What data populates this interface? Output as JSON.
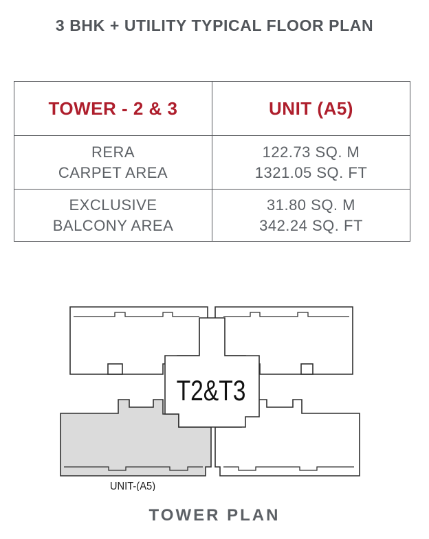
{
  "page": {
    "title": "3 BHK + UTILITY TYPICAL FLOOR PLAN",
    "caption": "TOWER PLAN"
  },
  "table": {
    "headers": [
      "TOWER - 2 & 3",
      "UNIT (A5)"
    ],
    "rows": [
      {
        "label": [
          "RERA",
          "CARPET AREA"
        ],
        "value": [
          "122.73 SQ. M",
          "1321.05 SQ. FT"
        ]
      },
      {
        "label": [
          "EXCLUSIVE",
          "BALCONY AREA"
        ],
        "value": [
          "31.80 SQ. M",
          "342.24 SQ. FT"
        ]
      }
    ]
  },
  "plan": {
    "core_label": "T2&T3",
    "unit_label": "UNIT-(A5)"
  },
  "colors": {
    "accent_red": "#ae1e2c",
    "text_gray": "#5c6065",
    "title_gray": "#51555a",
    "table_border": "#54565a",
    "plan_outline": "#2f2f2f",
    "unit_highlight": "#dbdbdb"
  }
}
